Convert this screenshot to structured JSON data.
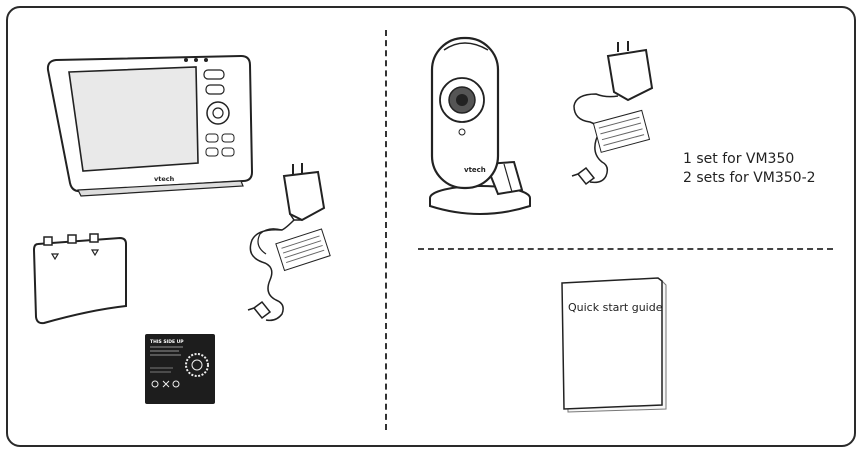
{
  "camera_sets": {
    "line1": "1 set for VM350",
    "line2": "2 sets for VM350-2"
  },
  "guide": {
    "title": "Quick start  guide"
  },
  "brand": {
    "logo": "vtech"
  },
  "battery": {
    "label": "THIS SIDE UP"
  }
}
